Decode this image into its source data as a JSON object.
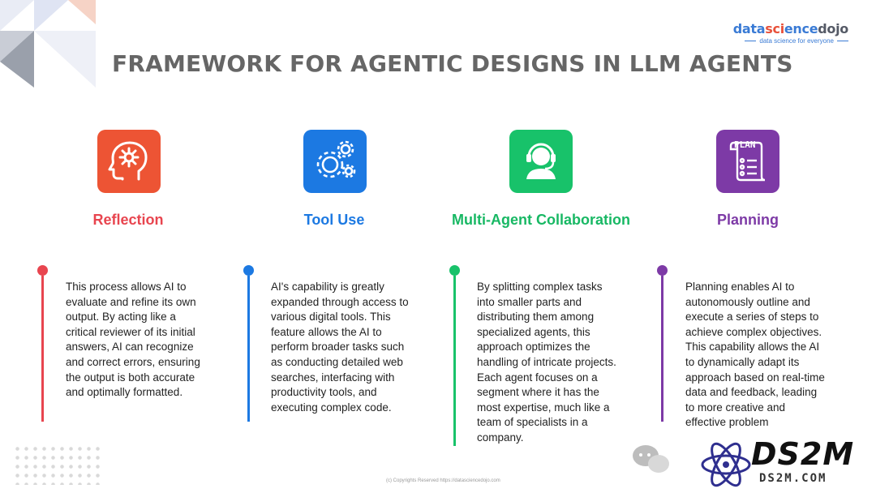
{
  "logo": {
    "part1": "data",
    "part2": "sci",
    "part3": "ence",
    "part4": "dojo",
    "tagline": "data science for everyone"
  },
  "title": "FRAMEWORK FOR AGENTIC DESIGNS IN LLM AGENTS",
  "columns": [
    {
      "title": "Reflection",
      "icon": "head-gear-icon",
      "color": "#ed5434",
      "line_color": "#e8454f",
      "title_color": "#e8454f",
      "description": "This process allows AI to evaluate and refine its own output. By acting like a critical reviewer of its initial answers, AI can recognize and correct errors, ensuring the output is both accurate and optimally formatted."
    },
    {
      "title": "Tool Use",
      "icon": "gears-icon",
      "color": "#1c79e2",
      "line_color": "#1c79e2",
      "title_color": "#1c79e2",
      "description": "AI's capability is greatly expanded through access to various digital tools. This feature allows the AI to perform broader tasks such as conducting detailed web searches, interfacing with productivity tools, and executing complex code."
    },
    {
      "title": "Multi-Agent Collaboration",
      "icon": "headset-agent-icon",
      "color": "#18c26a",
      "line_color": "#18c26a",
      "title_color": "#18b864",
      "description": "By splitting complex tasks into smaller parts and distributing them among specialized agents, this approach optimizes the handling of intricate projects. Each agent focuses on a segment where it has the most expertise, much like a team of specialists in a company."
    },
    {
      "title": "Planning",
      "icon": "plan-scroll-icon",
      "icon_label": "PLAN",
      "color": "#7d3aa6",
      "line_color": "#7d3aa6",
      "title_color": "#7d3aa6",
      "description": " Planning enables AI to autonomously outline and execute a series of steps to achieve complex objectives. This capability allows the AI to dynamically adapt its approach based on real-time data and feedback, leading to more creative and effective problem"
    }
  ],
  "footer": "(c) Copyrights Reserved  https://datasciencedojo.com",
  "watermark": {
    "brand": "DS2M",
    "url": "DS2M.COM"
  }
}
